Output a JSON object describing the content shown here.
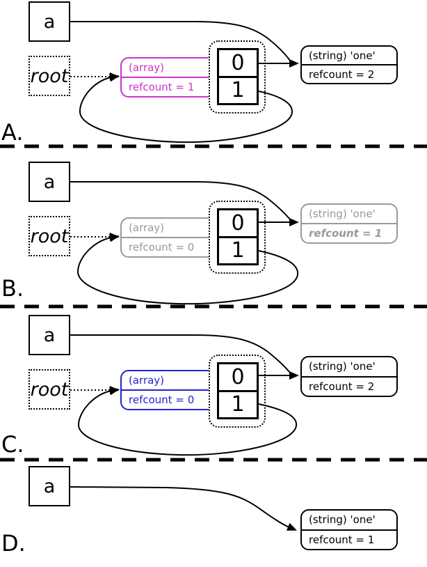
{
  "colors": {
    "array_a": "#cc33cc",
    "array_b": "#999999",
    "array_c": "#2222cc",
    "string_b": "#999999",
    "line": "#000000"
  },
  "panels": [
    {
      "label": "A.",
      "var_name": "a",
      "root_name": "root",
      "array": {
        "type": "(array)",
        "refcount": "refcount = 1"
      },
      "cells": {
        "c0": "0",
        "c1": "1"
      },
      "string": {
        "type": "(string) 'one'",
        "refcount": "refcount = 2"
      }
    },
    {
      "label": "B.",
      "var_name": "a",
      "root_name": "root",
      "array": {
        "type": "(array)",
        "refcount": "refcount = 0"
      },
      "cells": {
        "c0": "0",
        "c1": "1"
      },
      "string": {
        "type": "(string) 'one'",
        "refcount": "refcount = 1"
      }
    },
    {
      "label": "C.",
      "var_name": "a",
      "root_name": "root",
      "array": {
        "type": "(array)",
        "refcount": "refcount = 0"
      },
      "cells": {
        "c0": "0",
        "c1": "1"
      },
      "string": {
        "type": "(string) 'one'",
        "refcount": "refcount = 2"
      }
    },
    {
      "label": "D.",
      "var_name": "a",
      "string": {
        "type": "(string) 'one'",
        "refcount": "refcount = 1"
      }
    }
  ]
}
